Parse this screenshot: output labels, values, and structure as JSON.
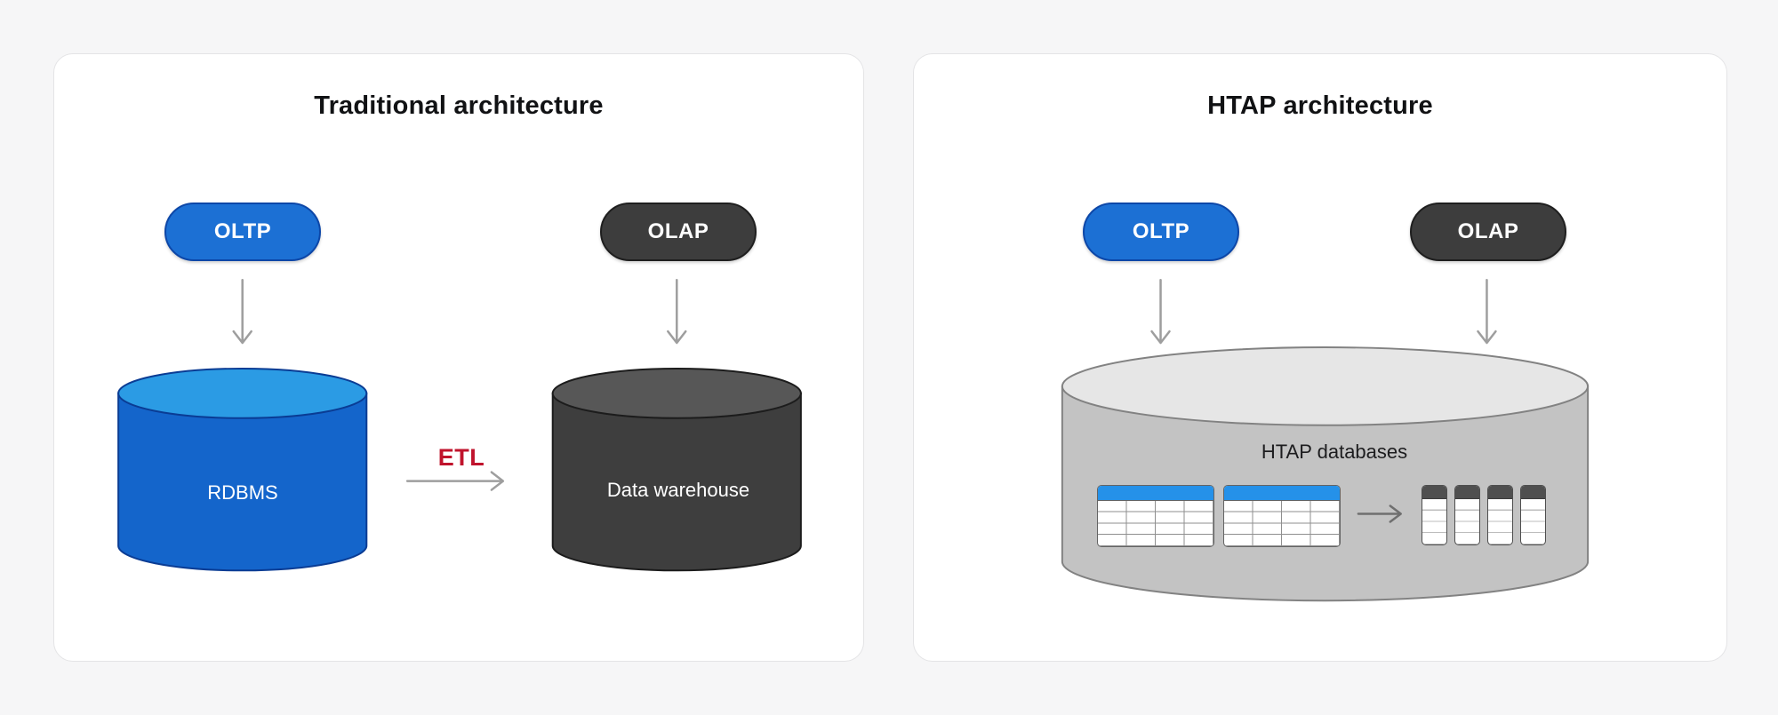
{
  "page": {
    "background": "#f6f6f7"
  },
  "cards": {
    "traditional": {
      "title": "Traditional architecture",
      "oltp": {
        "label": "OLTP"
      },
      "olap": {
        "label": "OLAP"
      },
      "rdbms": {
        "label": "RDBMS"
      },
      "warehouse": {
        "label": "Data warehouse"
      },
      "etl": {
        "label": "ETL"
      }
    },
    "htap": {
      "title": "HTAP architecture",
      "oltp": {
        "label": "OLTP"
      },
      "olap": {
        "label": "OLAP"
      },
      "databases": {
        "label": "HTAP databases"
      }
    }
  },
  "colors": {
    "page_background": "#f6f6f7",
    "card_background": "#ffffff",
    "card_border": "#e4e4e6",
    "oltp_pill_fill": "#1c70d4",
    "oltp_pill_border": "#0d47a8",
    "olap_pill_fill": "#3d3d3d",
    "olap_pill_border": "#1f1f1f",
    "blue_cylinder_body": "#1465cb",
    "blue_cylinder_top": "#2b9be4",
    "blue_cylinder_stroke": "#0a3c94",
    "dark_cylinder_body": "#3e3e3e",
    "dark_cylinder_top": "#575757",
    "dark_cylinder_stroke": "#1c1c1c",
    "gray_cylinder_body": "#c3c3c3",
    "gray_cylinder_top": "#e6e6e6",
    "gray_cylinder_stroke": "#828282",
    "etl_text": "#c0132c",
    "arrow": "#9e9e9e",
    "table_header_blue": "#2591e9",
    "column_header_dark": "#4f4f4f"
  }
}
